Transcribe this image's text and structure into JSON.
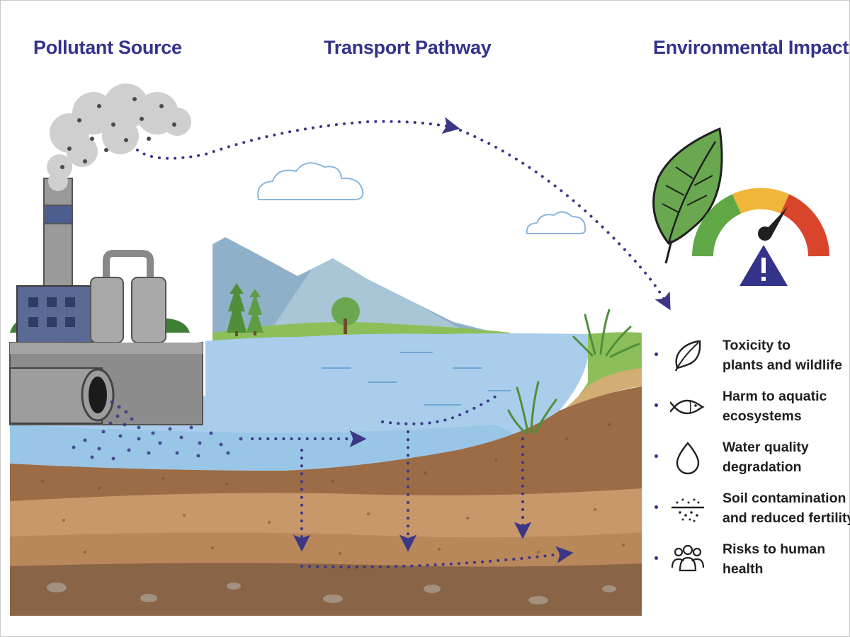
{
  "headings": {
    "source": "Pollutant Source",
    "pathway": "Transport Pathway",
    "impact": "Environmental Impact"
  },
  "impacts": [
    {
      "line1": "Toxicity to",
      "line2": "plants and wildlife",
      "icon": "leaf-icon"
    },
    {
      "line1": "Harm to aquatic",
      "line2": "ecosystems",
      "icon": "fish-icon"
    },
    {
      "line1": "Water quality",
      "line2": "degradation",
      "icon": "water-drop-icon"
    },
    {
      "line1": "Soil contamination",
      "line2": "and reduced fertility",
      "icon": "soil-particles-icon"
    },
    {
      "line1": "Risks to human",
      "line2": "health",
      "icon": "people-icon"
    }
  ],
  "colors": {
    "heading": "#34338a",
    "pathway_dots": "#3b3786",
    "water": "#a9cdea",
    "soil": "#b8875a",
    "gauge_green": "#5fa845",
    "gauge_yellow": "#f0b63a",
    "gauge_red": "#d9452a"
  }
}
